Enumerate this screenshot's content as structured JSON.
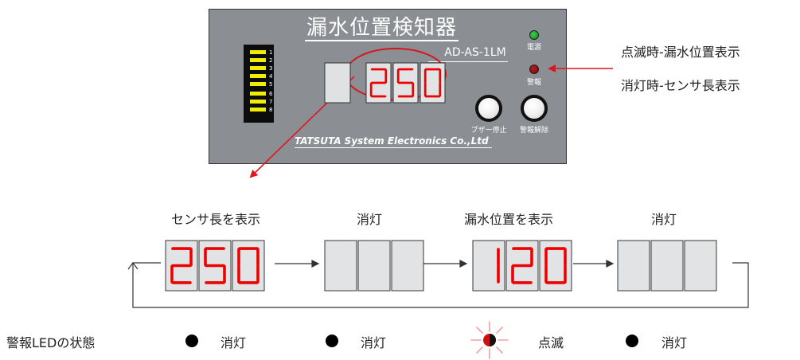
{
  "panel": {
    "title": "漏水位置検知器",
    "model": "AD-AS-1LM",
    "footer": "TATSUTA System Electronics Co.,Ltd",
    "power_label": "電源",
    "alarm_label": "警報",
    "buzzer_label": "ブザー停止",
    "alarm_reset_label": "警報解除",
    "dip_numbers": [
      "1",
      "2",
      "3",
      "4",
      "5",
      "6",
      "7",
      "8"
    ],
    "display_digits": [
      "2",
      "5",
      "0"
    ]
  },
  "annotations": {
    "blink_text": "点滅時-漏水位置表示",
    "off_text": "消灯時-センサ長表示"
  },
  "sequence": {
    "steps": [
      {
        "title": "センサ長を表示",
        "digits": [
          "2",
          "5",
          "0"
        ],
        "led_state": "消灯"
      },
      {
        "title": "消灯",
        "digits": [
          "",
          "",
          ""
        ],
        "led_state": "消灯"
      },
      {
        "title": "漏水位置を表示",
        "digits": [
          "1",
          "2",
          "0"
        ],
        "led_state": "点滅"
      },
      {
        "title": "消灯",
        "digits": [
          "",
          "",
          ""
        ],
        "led_state": "消灯"
      }
    ],
    "led_row_label": "警報LEDの状態"
  },
  "colors": {
    "panel_bg": "#8b8e93",
    "digit_on": "#ee0000",
    "power_led": "#0b8a1a",
    "alarm_led": "#a00000",
    "arrow_red": "#e0161e",
    "ellipse": "#d6161e"
  }
}
